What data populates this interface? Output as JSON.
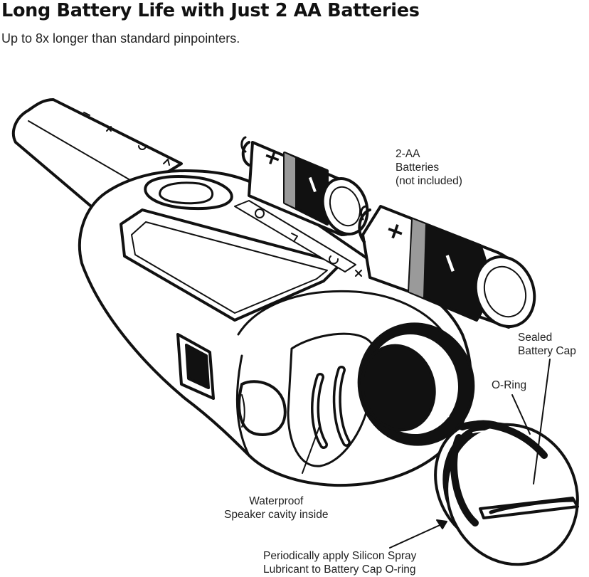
{
  "header": {
    "title": "Long Battery Life with Just 2 AA Batteries",
    "subtitle": "Up to 8x longer than standard pinpointers."
  },
  "callouts": {
    "batteries": [
      "2-AA",
      "Batteries",
      "(not included)"
    ],
    "battery_cap": [
      "Sealed",
      "Battery Cap"
    ],
    "o_ring": "O-Ring",
    "speaker": [
      "Waterproof",
      "Speaker cavity inside"
    ],
    "lubricant": [
      "Periodically apply Silicon Spray",
      "Lubricant to Battery Cap O-ring"
    ]
  },
  "battery_symbols": {
    "plus": "+",
    "minus": "−"
  },
  "colors": {
    "ink": "#111111",
    "paper": "#ffffff",
    "battery_band": "#9a9a9a"
  }
}
